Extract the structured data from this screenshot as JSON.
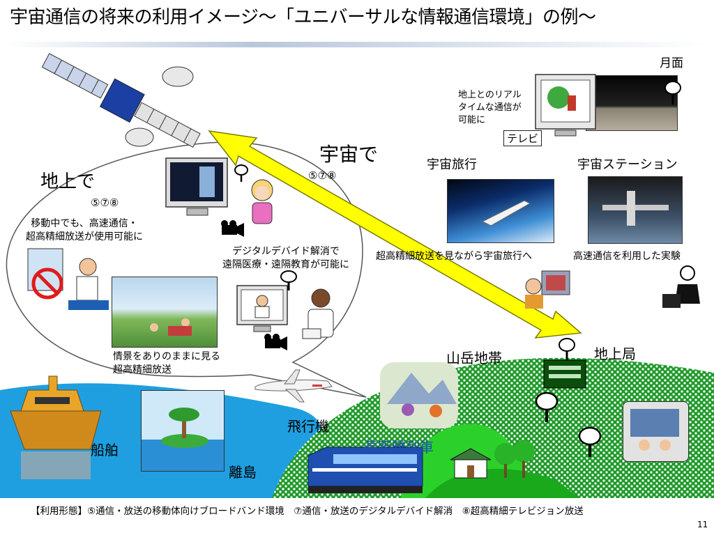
{
  "title": "宇宙通信の将来の利用イメージ～「ユニバーサルな情報通信環境」の例～",
  "space": {
    "label": "宇宙で",
    "marks": "⑤⑦⑧",
    "moon": {
      "label": "月面",
      "caption": [
        "地上とのリアル",
        "タイムな通信が",
        "可能に"
      ],
      "tv_label": "テレビ"
    },
    "travel": {
      "label": "宇宙旅行",
      "caption": "超高精細放送を見ながら宇宙旅行へ"
    },
    "station": {
      "label": "宇宙ステーション",
      "caption": "高速通信を利用した実験"
    }
  },
  "ground": {
    "label": "地上で",
    "marks": "⑤⑦⑧",
    "mobile_caption": [
      "移動中でも、高速通信・",
      "超高精細放送が使用可能に"
    ],
    "divide_caption": [
      "デジタルデバイド解消で",
      "遠隔医療・遠隔教育が可能に"
    ],
    "scene_caption": [
      "情景をありのままに見る",
      "超高精細放送"
    ]
  },
  "places": {
    "mountain": "山岳地帯",
    "station": "地上局",
    "aircraft": "飛行機",
    "ship": "船舶",
    "island": "離島",
    "train": "長距離列車"
  },
  "footer": "【利用形態】⑤通信・放送の移動体向けブロードバンド環境　⑦通信・放送のデジタルデバイド解消　⑧超高精細テレビジョン放送",
  "page_number": "11",
  "colors": {
    "sea": "#1f9fe0",
    "land_green": "#1f9a2a",
    "arrow_yellow": "#ffff00",
    "title_rule": "#b9c7dc"
  }
}
